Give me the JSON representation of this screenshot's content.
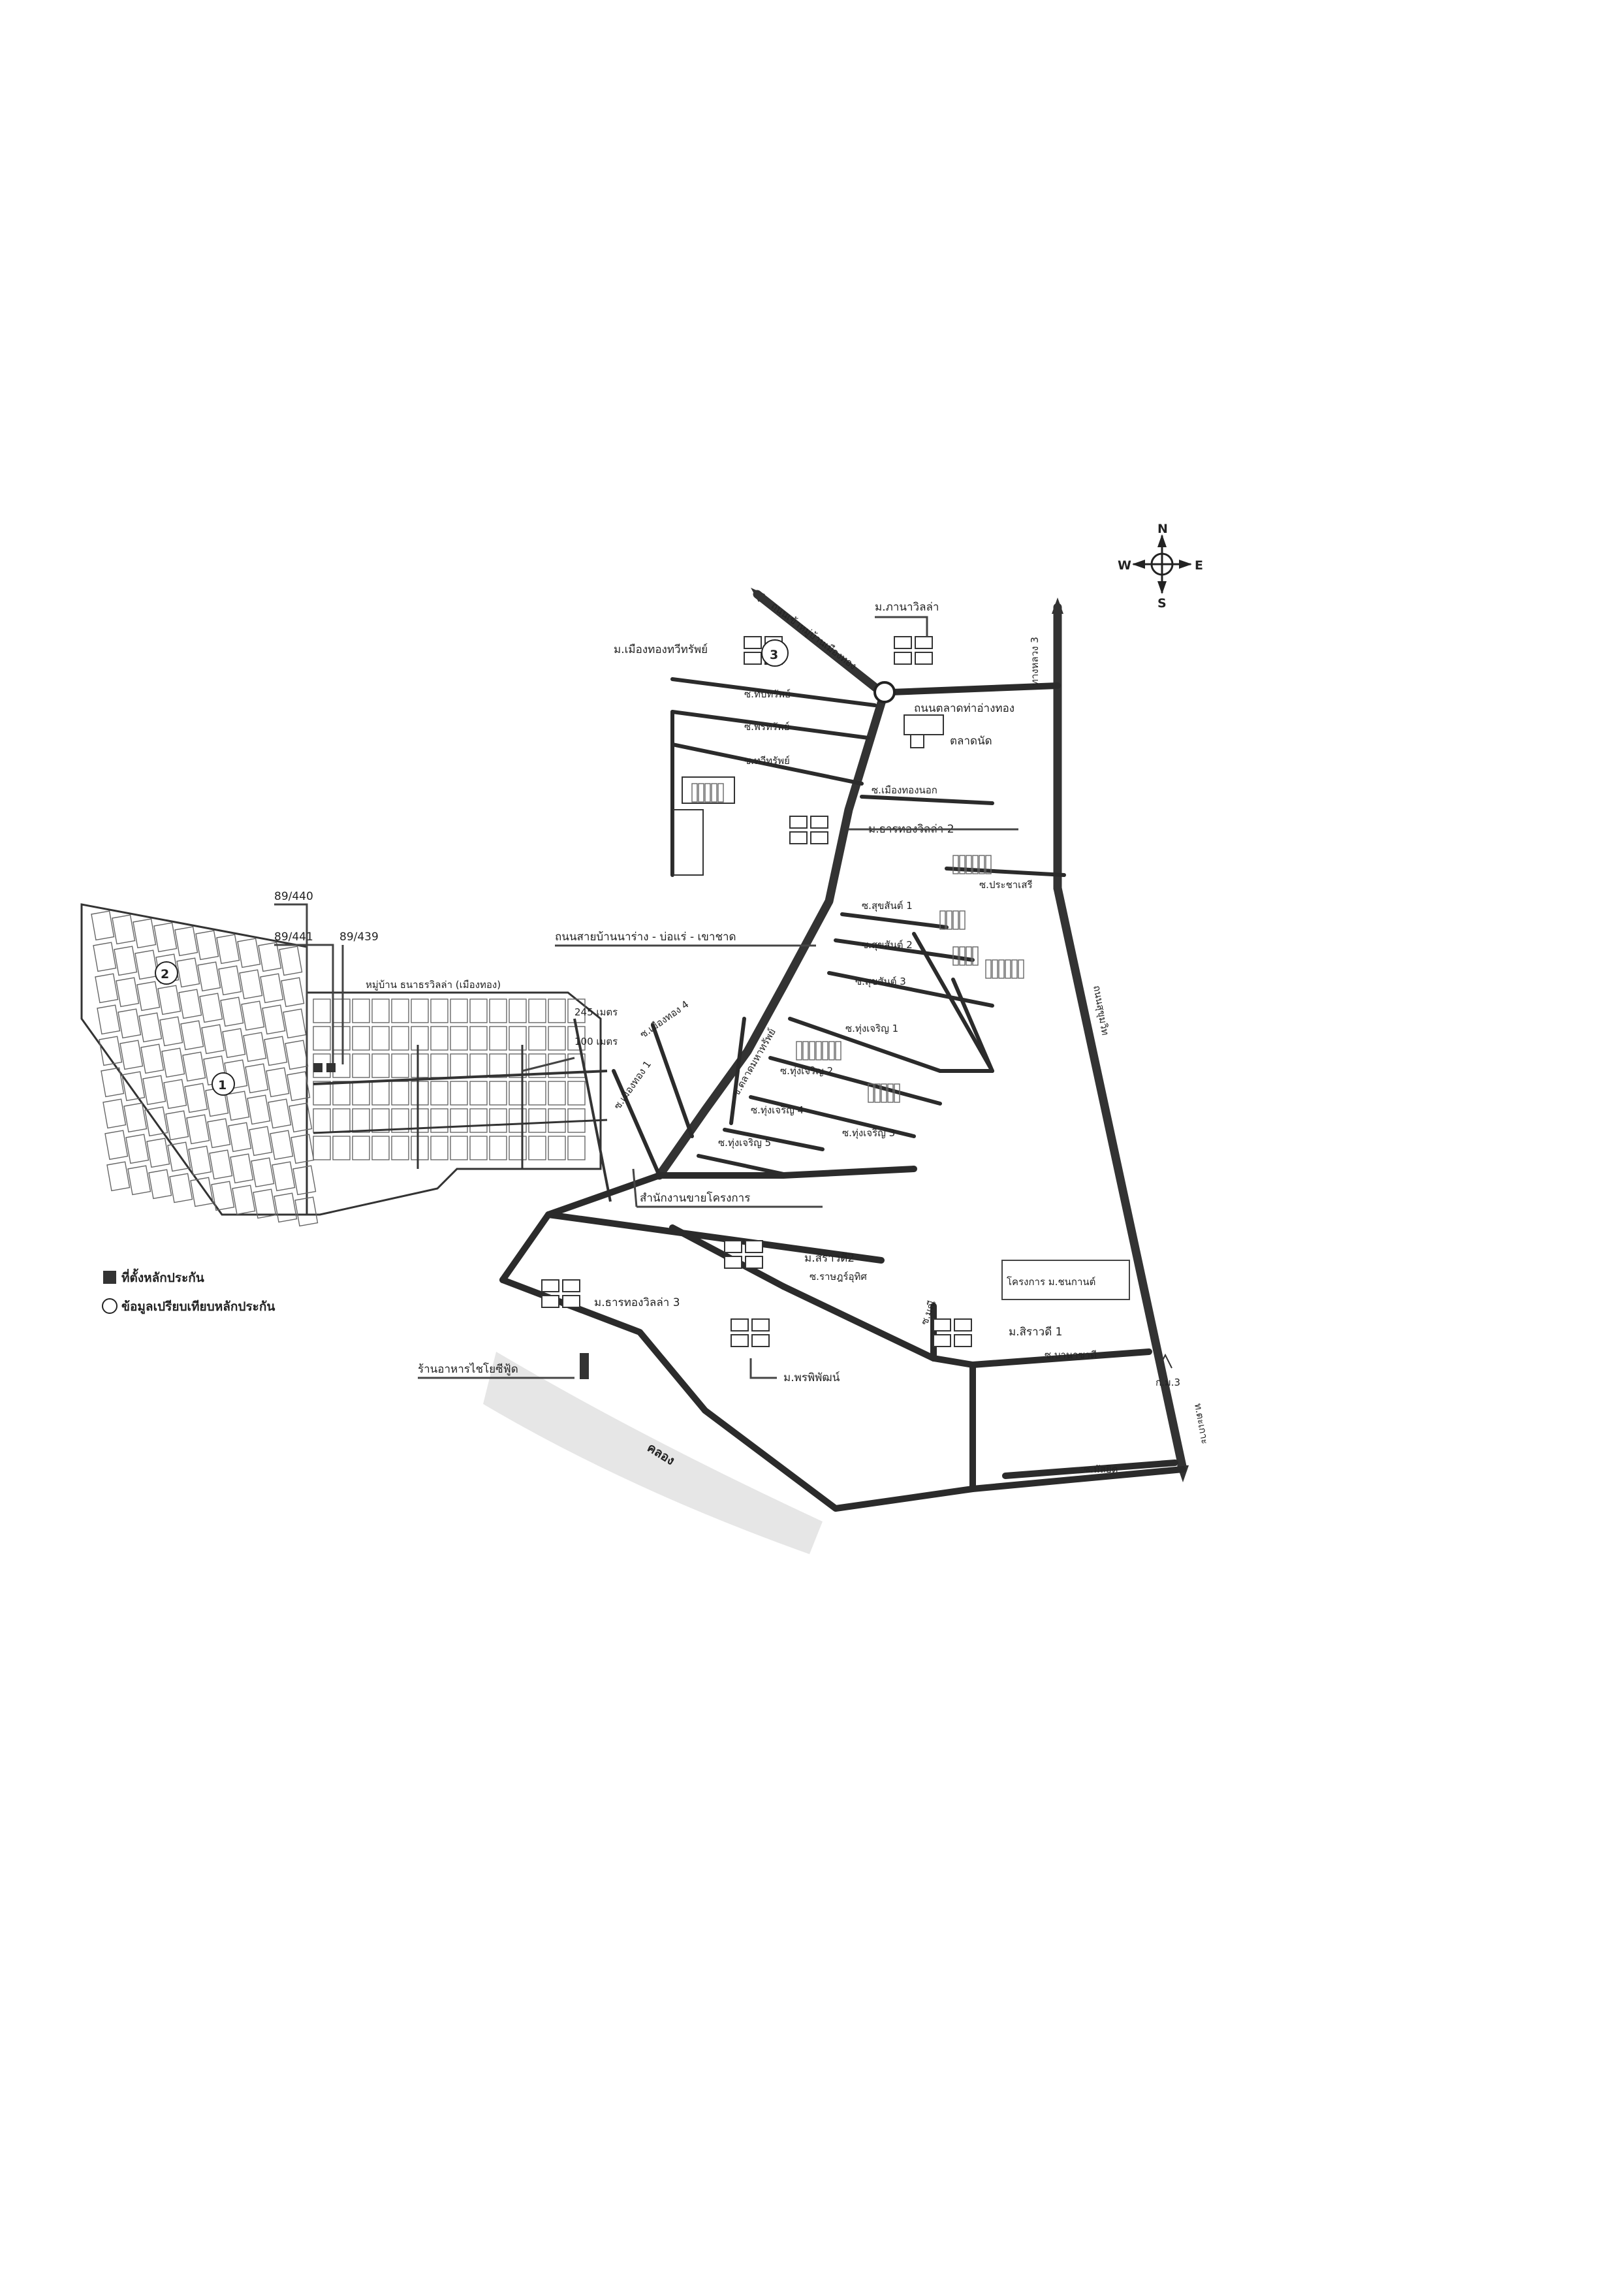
{
  "compass": {
    "n": "N",
    "s": "S",
    "e": "E",
    "w": "W"
  },
  "plots": {
    "p440": "89/440",
    "p441": "89/441",
    "p439": "89/439"
  },
  "numbers": {
    "one": "1",
    "two": "2",
    "three": "3"
  },
  "village_top_left": "หมู่บ้าน ธนาธรวิลล่า (เมืองทอง)",
  "small_labels": {
    "m245": "245 เมตร",
    "m100": "100 เมตร"
  },
  "roads": {
    "top_diagonal": "ถนนเข้าหมู่บ้านเมืองทอง",
    "highway_vertical": "ทางหลวง 3",
    "talat_road": "ถนนตลาดท่าอ่างทอง",
    "main_road": "ถนนสายบ้านนาร่าง - บ่อแร่ - เขาชาด",
    "right_road": "ถนนสุขุมวิท",
    "bottom_right_road": "ท.ตะเกาะ",
    "canal": "คลอง"
  },
  "sois": {
    "s1": "ซ.ทับทรัพย์",
    "s2": "ซ.พรทรัพย์",
    "s3": "ซ.ทวีทรัพย์",
    "s4": "ซ.เมืองทองนอก",
    "s5": "ซ.ประชาเสรี",
    "s6": "ซ.สุขสันต์ 1",
    "s7": "ซ.สุขสันต์ 2",
    "s8": "ซ.สุขสันต์ 3",
    "s9": "ซ.ทุ่งเจริญ 1",
    "s10": "ซ.ทุ่งเจริญ 2",
    "s11": "ซ.ทุ่งเจริญ 3",
    "s12": "ซ.ทุ่งเจริญ 4",
    "s13": "ซ.ทุ่งเจริญ 5",
    "s14": "ซ.เมืองทอง 4",
    "s15": "ซ.เมืองทอง 1",
    "s16": "ซ.ตลาดมหาทรัพย์",
    "s17": "ซ.ราษฎร์อุทิศ",
    "s18": "ซ.มณี",
    "s19": "ซ.บานาซาดี",
    "s20": "ซ.มัสยิด"
  },
  "places": {
    "mueangthong_village": "ม.เมืองทองทวีทรัพย์",
    "pana_village": "ม.ภานาวิลล่า",
    "market": "ตลาดนัด",
    "tharathong2": "ม.ธารทองวิลล่า 2",
    "sales_office": "สำนักงานขายโครงการ",
    "sirawadee2": "ม.สิราวดี2",
    "tharathong3": "ม.ธารทองวิลล่า 3",
    "phornphimon": "ม.พรพิพัฒน์",
    "project_box": "โครงการ ม.ชนกานต์",
    "sirawadee1": "ม.สิราวดี 1",
    "restaurant": "ร้านอาหารไชโยซีฟู้ด",
    "km3": "ก.ม.3"
  },
  "legend": {
    "collateral": "ที่ตั้งหลักประกัน",
    "comparable": "ข้อมูลเปรียบเทียบหลักประกัน"
  }
}
